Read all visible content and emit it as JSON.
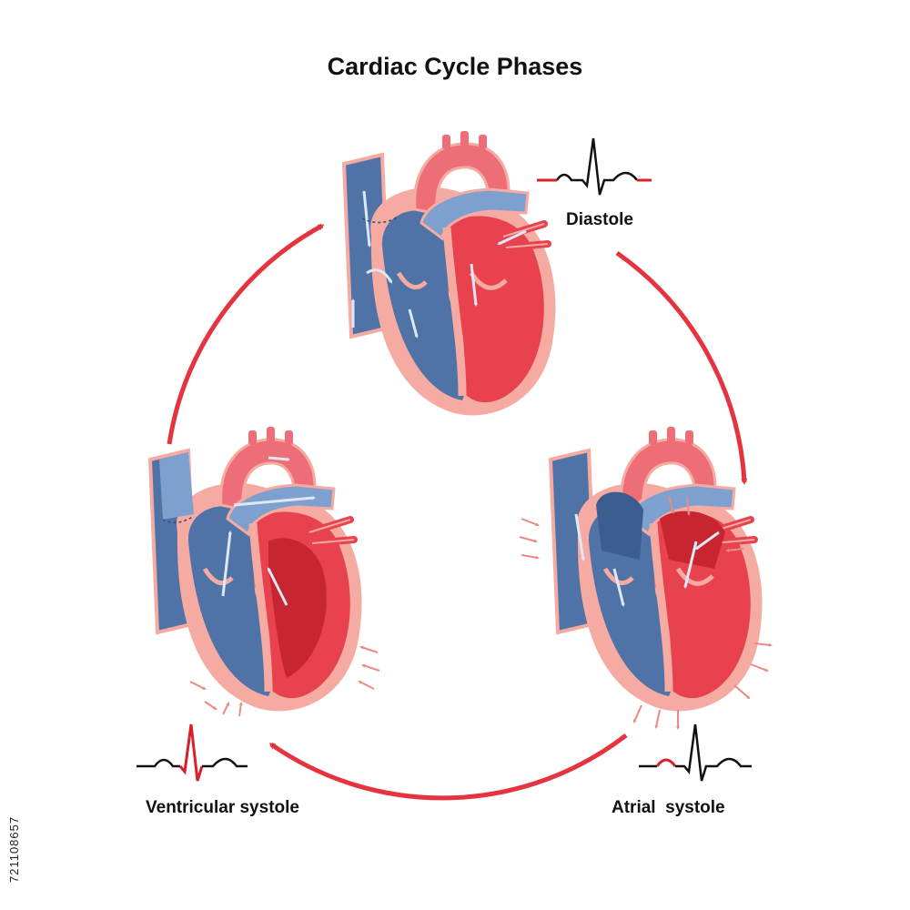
{
  "title": "Cardiac Cycle Phases",
  "phases": [
    {
      "label": "Diastole"
    },
    {
      "label": "Atrial  systole"
    },
    {
      "label": "Ventricular systole"
    }
  ],
  "stock_id": "721108657",
  "colors": {
    "vein_blue": "#4f73a6",
    "light_blue": "#7ea0cf",
    "artery_red": "#e8424f",
    "dark_red": "#c7252f",
    "pink_wall": "#f5aaa2",
    "pink_artery": "#ee6e78",
    "cycle_arrow": "#e5343f",
    "ecg_highlight": "#d8202a",
    "ecg_line": "#111111"
  }
}
